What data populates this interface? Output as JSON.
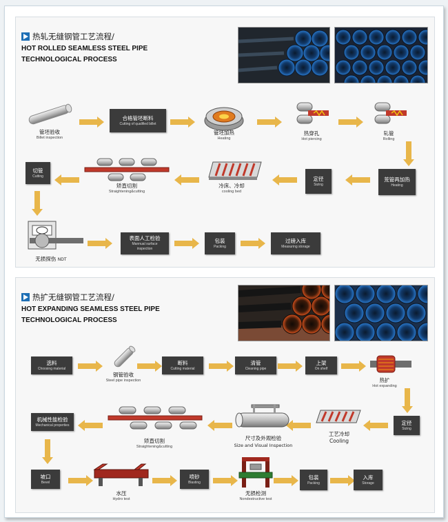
{
  "hot_rolled": {
    "title_zh": "热轧无缝钢管工艺流程/",
    "title_en_line1": "HOT ROLLED SEAMLESS STEEL PIPE",
    "title_en_line2": "TECHNOLOGICAL  PROCESS",
    "steps": {
      "billet_inspection": {
        "zh": "管坯验收",
        "en": "Billet  inspection"
      },
      "cutting_billet": {
        "zh": "合格管坯断料",
        "en": "Cutting of qualified billet"
      },
      "heating": {
        "zh": "管坯加热",
        "en": "Heating"
      },
      "hot_piercing": {
        "zh": "热穿孔",
        "en": "Hot piercing"
      },
      "rolling": {
        "zh": "轧管",
        "en": "Rolling"
      },
      "reheating": {
        "zh": "荒管再加热",
        "en": "Heating"
      },
      "sizing": {
        "zh": "定径",
        "en": "Sizing"
      },
      "cooling_bed": {
        "zh": "冷床、冷却",
        "en": "cooling bed"
      },
      "straightening": {
        "zh": "矫直切割",
        "en": "Straightening&cutting"
      },
      "cutting": {
        "zh": "切管",
        "en": "Cutting"
      },
      "ndt": {
        "zh": "无损探伤",
        "en": "NDT"
      },
      "manual_inspection": {
        "zh": "表面人工检验",
        "en": "Mannual surface",
        "en2": "inspection"
      },
      "packing": {
        "zh": "包装",
        "en": "Packing"
      },
      "measuring": {
        "zh": "过磅入库",
        "en": "Measuring storage"
      }
    }
  },
  "hot_expanding": {
    "title_zh": "热扩无缝钢管工艺流程/",
    "title_en_line1": "HOT EXPANDING SEAMLESS STEEL PIPE",
    "title_en_line2": "TECHNOLOGICAL PROCESS",
    "steps": {
      "choosing": {
        "zh": "选料",
        "en": "Choosing material"
      },
      "steel_pipe_inspection": {
        "zh": "钢管验收",
        "en": "Steel pipe inspection"
      },
      "cutting_material": {
        "zh": "断料",
        "en": "Cutting material"
      },
      "cleaning": {
        "zh": "清管",
        "en": "Cleaning pipe"
      },
      "on_shelf": {
        "zh": "上架",
        "en": "On shelf"
      },
      "hot_expanding": {
        "zh": "热扩",
        "en": "Hot expanding"
      },
      "sizing": {
        "zh": "定径",
        "en": "Sizing"
      },
      "cooling": {
        "zh": "工艺冷却",
        "en": "Cooling"
      },
      "size_visual": {
        "zh": "尺寸及外观检验",
        "en": "Size and Visual Inspection"
      },
      "straightening": {
        "zh": "矫直切割",
        "en": "Straightening&cutting"
      },
      "mechanical": {
        "zh": "机械性能检验",
        "en": "Mechanical properties"
      },
      "bevel": {
        "zh": "坡口",
        "en": "Bevel"
      },
      "hydro": {
        "zh": "水压",
        "en": "Hydro test"
      },
      "blasting": {
        "zh": "喷砂",
        "en": "Blasting"
      },
      "ndt": {
        "zh": "无损检测",
        "en": "Nondestructive test"
      },
      "packing": {
        "zh": "包装",
        "en": "Packing"
      },
      "storage": {
        "zh": "入库",
        "en": "Storage"
      }
    }
  },
  "colors": {
    "arrow": "#e8b64a",
    "box": "#3b3b3b",
    "accent_red": "#c0392b",
    "logo_blue": "#1e6fb5"
  }
}
